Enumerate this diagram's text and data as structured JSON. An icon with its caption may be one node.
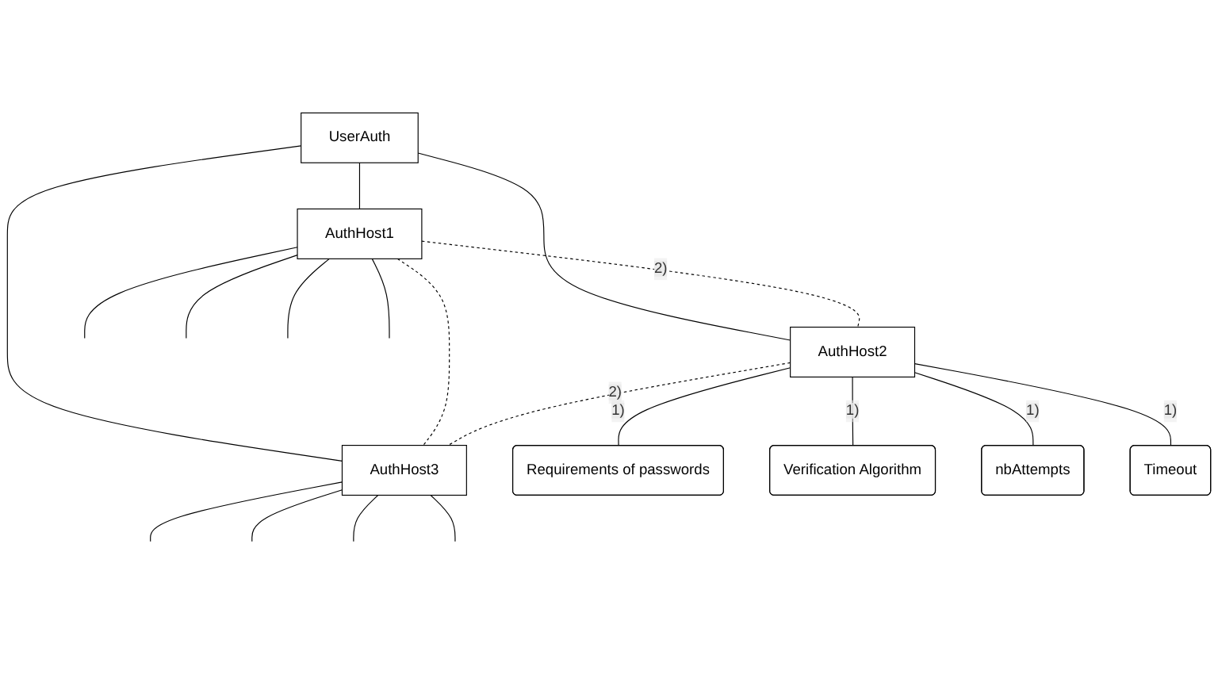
{
  "diagram": {
    "nodes": [
      {
        "text": [
          "UserAuth"
        ]
      },
      {
        "text": [
          "AuthHost1"
        ]
      },
      {
        "text": [
          "AuthHost2"
        ]
      },
      {
        "text": [
          "AuthHost3"
        ]
      },
      {
        "text": [
          "Requirements of passwords"
        ]
      },
      {
        "text": [
          "Verification Algorithm"
        ]
      },
      {
        "text": [
          "nbAttempts"
        ]
      },
      {
        "text": [
          "Timeout"
        ]
      }
    ],
    "edges": [
      {
        "from": 0,
        "to": 1,
        "arrow": "none"
      },
      {
        "from": 0,
        "to": 2,
        "arrow": "none"
      },
      {
        "from": 0,
        "to": 3,
        "arrow": "none"
      },
      {
        "from": 1,
        "to": 3,
        "arrow": "none",
        "style": "dashed"
      },
      {
        "from": 1,
        "to": 2,
        "arrow": "none",
        "style": "dashed",
        "label": "2)"
      },
      {
        "from": 2,
        "to": 3,
        "arrow": "none",
        "style": "dashed",
        "label": "2)"
      },
      {
        "from": 2,
        "to": 4,
        "arrow": "none",
        "label": "1)"
      },
      {
        "from": 2,
        "to": 5,
        "arrow": "none",
        "label": "1)"
      },
      {
        "from": 2,
        "to": 6,
        "arrow": "none",
        "label": "1)"
      },
      {
        "from": 2,
        "to": 7,
        "arrow": "none",
        "label": "1)"
      },
      {
        "from": 1,
        "to": null,
        "arrow": "none"
      },
      {
        "from": 1,
        "to": null,
        "arrow": "none"
      },
      {
        "from": 1,
        "to": null,
        "arrow": "none"
      },
      {
        "from": 1,
        "to": null,
        "arrow": "none"
      },
      {
        "from": 3,
        "to": null,
        "arrow": "none"
      },
      {
        "from": 3,
        "to": null,
        "arrow": "none"
      },
      {
        "from": 3,
        "to": null,
        "arrow": "none"
      },
      {
        "from": 3,
        "to": null,
        "arrow": "none"
      }
    ]
  }
}
